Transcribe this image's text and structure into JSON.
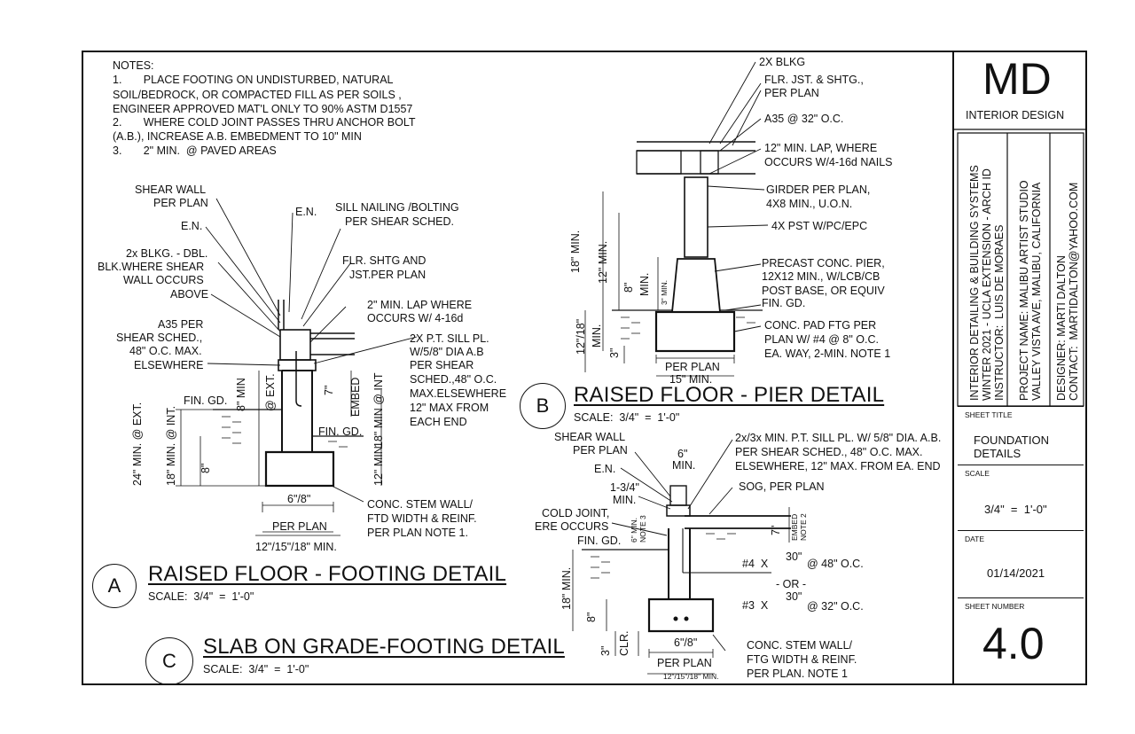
{
  "notes": {
    "title": "NOTES:",
    "n1a": "1.       PLACE FOOTING ON UNDISTURBED, NATURAL",
    "n1b": "SOIL/BEDROCK, OR COMPACTED FILL AS PER SOILS ,",
    "n1c": "ENGINEER APPROVED MAT'L ONLY TO 90% ASTM D1557",
    "n2a": "2.       WHERE COLD JOINT PASSES THRU ANCHOR BOLT",
    "n2b": "(A.B.), INCREASE A.B. EMBEDMENT TO 10\" MIN",
    "n3": "3.       2\" MIN.  @ PAVED AREAS"
  },
  "detail_a": {
    "marker": "A",
    "title": "RAISED FLOOR - FOOTING DETAIL",
    "scale": "SCALE:  3/4\"  =  1'-0\"",
    "shear_wall_1": "SHEAR WALL",
    "shear_wall_2": "PER PLAN",
    "en_left": "E.N.",
    "en_top": "E.N.",
    "blkg_1": "2x BLKG. - DBL.",
    "blkg_2": "BLK.WHERE SHEAR",
    "blkg_3": "WALL OCCURS",
    "blkg_4": "ABOVE",
    "a35_1": "A35 PER",
    "a35_2": "SHEAR SCHED.,",
    "a35_3": "48\" O.C. MAX.",
    "a35_4": "ELSEWHERE",
    "sill_1": "SILL NAILING /BOLTING",
    "sill_2": "PER SHEAR SCHED.",
    "flr_1": "FLR. SHTG AND",
    "flr_2": "JST.PER PLAN",
    "lap_1": "2\" MIN. LAP WHERE",
    "lap_2": "OCCURS W/ 4-16d",
    "pt_1": "2X P.T. SILL PL.",
    "pt_2": "W/5/8\" DIA A.B",
    "pt_3": "PER SHEAR",
    "pt_4": "SCHED.,48\" O.C.",
    "pt_5": "MAX.ELSEWHERE",
    "pt_6": "12\" MAX FROM",
    "pt_7": "EACH END",
    "fin_gd_1": "FIN. GD.",
    "fin_gd_2": "FIN. GD.",
    "stem_1": "CONC. STEM WALL/",
    "stem_2": "FTD WIDTH & REINF.",
    "stem_3": "PER PLAN NOTE 1.",
    "w_68": "6\"/8\"",
    "per_plan": "PER PLAN",
    "w_121518": "12\"/15\"/18\" MIN.",
    "v_24": "24\" MIN. @ EXT.",
    "v_18": "18\" MIN. @ INT.",
    "v_8": "8\"",
    "v_8min": "8\" MIN",
    "v_ext": "@ EXT.",
    "v_7": "7\"",
    "v_embed": "EMBED",
    "v_18int": "18\" MIN @ INT",
    "v_12": "12\" MIN"
  },
  "detail_b": {
    "marker": "B",
    "title": "RAISED FLOOR - PIER DETAIL",
    "scale": "SCALE:  3/4\"  =  1'-0\"",
    "blkg": "2X BLKG",
    "flr_1": "FLR. JST. & SHTG.,",
    "flr_2": "PER PLAN",
    "a35": "A35 @ 32\" O.C.",
    "lap_1": "12\" MIN. LAP, WHERE",
    "lap_2": "OCCURS W/4-16d NAILS",
    "girder_1": "GIRDER PER PLAN,",
    "girder_2": "4X8 MIN., U.O.N.",
    "pst": "4X PST W/PC/EPC",
    "pier_1": "PRECAST CONC. PIER,",
    "pier_2": "12X12 MIN., W/LCB/CB",
    "pier_3": "POST BASE, OR EQUIV",
    "fin_gd": "FIN. GD.",
    "pad_1": "CONC. PAD FTG PER",
    "pad_2": "PLAN W/ #4 @ 8\" O.C.",
    "pad_3": "EA. WAY, 2-MIN. NOTE 1",
    "per_plan": "PER PLAN",
    "w_15": "15\" MIN.",
    "v_18": "18\" MIN.",
    "v_12": "12\" MIN.",
    "v_8": "8\"",
    "v_min": "MIN.",
    "v_1218": "12\"/18\"",
    "v_min2": "MIN.",
    "v_3": "3\"",
    "v_3min": "3\" MIN."
  },
  "detail_c": {
    "marker": "C",
    "title": "SLAB ON GRADE-FOOTING DETAIL",
    "scale": "SCALE:  3/4\"  =  1'-0\"",
    "shear_1": "SHEAR WALL",
    "shear_2": "PER PLAN",
    "en": "E.N.",
    "min134_1": "1-3/4\"",
    "min134_2": "MIN.",
    "w6_1": "6\"",
    "w6_2": "MIN.",
    "sill_1": "2x/3x MIN. P.T. SILL PL. W/ 5/8\" DIA. A.B.",
    "sill_2": "PER SHEAR SCHED., 48\" O.C. MAX.",
    "sill_3": "ELSEWHERE, 12\" MAX. FROM EA. END",
    "sog": "SOG, PER PLAN",
    "cold_1": "COLD JOINT,",
    "cold_2": "ERE OCCURS",
    "fin_gd": "FIN. GD.",
    "r4_1": "#4  X",
    "r4_2": "30\"",
    "r4_3": "@ 48\" O.C.",
    "or": "- OR -",
    "r3_1": "#3  X",
    "r3_2": "30\"",
    "r3_3": "@ 32\" O.C.",
    "stem_1": "CONC. STEM WALL/",
    "stem_2": "FTG WIDTH & REINF.",
    "stem_3": "PER PLAN. NOTE 1",
    "w_68": "6\"/8\"",
    "per_plan": "PER PLAN",
    "w_121518": "12\"/15\"/18\" MIN.",
    "v_18": "18\" MIN.",
    "v_8": "8\"",
    "v_3": "3\"",
    "v_clr": "CLR.",
    "v_6min": "6\" MIN.",
    "v_note3": "NOTE 3",
    "v_7": "7\"",
    "v_embed": "EMBED",
    "v_note2": "NOTE 2"
  },
  "title_block": {
    "logo": "MD",
    "logo_sub": "INTERIOR DESIGN",
    "course_1": "INTERIOR DETAILING & BUILDING SYSTEMS",
    "course_2": "WINTER 2021 - UCLA EXTENSION - ARCH ID",
    "course_3": "INSTRUCTOR:  LUIS DE MORAES",
    "project_1": "PROJECT NAME: MALIBU ARTIST STUDIO",
    "project_2": "VALLEY VISTA AVE, MALIBU, CALIFORNIA",
    "designer_1": "DESIGNER: MARTI DALTON",
    "designer_2": "CONTACT:  MARTIDALTON@YAHOO.COM",
    "sheet_title_label": "SHEET TITLE",
    "sheet_title_1": "FOUNDATION",
    "sheet_title_2": "DETAILS",
    "scale_label": "SCALE",
    "scale_value": "3/4\"  =  1'-0\"",
    "date_label": "DATE",
    "date_value": "01/14/2021",
    "sheet_number_label": "SHEET NUMBER",
    "sheet_number": "4.0"
  }
}
